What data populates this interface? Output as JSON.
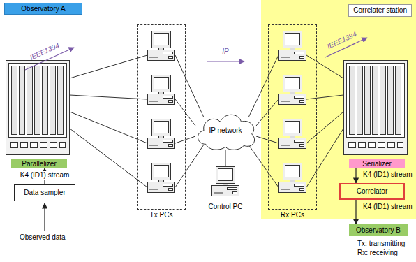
{
  "diagram": {
    "nodes": [
      {
        "text": [
          "Observatory A"
        ]
      },
      {
        "text": [
          "Correlater station"
        ]
      },
      {
        "text": [
          "Tx PCs"
        ]
      },
      {
        "text": [
          "IP network"
        ]
      },
      {
        "text": [
          "Rx PCs"
        ],
        "in": 1
      },
      {
        "text": [
          "Parallelizer"
        ]
      },
      {
        "text": [
          "Serializer"
        ],
        "in": 1
      },
      {
        "text": [
          "Data sampler"
        ]
      },
      {
        "text": [
          "Correlator"
        ],
        "in": 1
      },
      {
        "text": [
          "Observatory B"
        ]
      }
    ],
    "edges": [
      {
        "from": 7,
        "to": 5,
        "arrow": "to"
      },
      {
        "from": 6,
        "to": 8,
        "arrow": "to"
      },
      {
        "from": 8,
        "to": 9,
        "arrow": "to"
      }
    ],
    "labels": [
      "IEEE1394",
      "IP",
      "IEEE1394",
      "K4 (ID1) stream",
      "Observed data",
      "Control PC",
      "K4 (ID1) stream",
      "K4 (ID1) stream",
      "Tx: transmitting",
      "Rx: receiving"
    ]
  }
}
